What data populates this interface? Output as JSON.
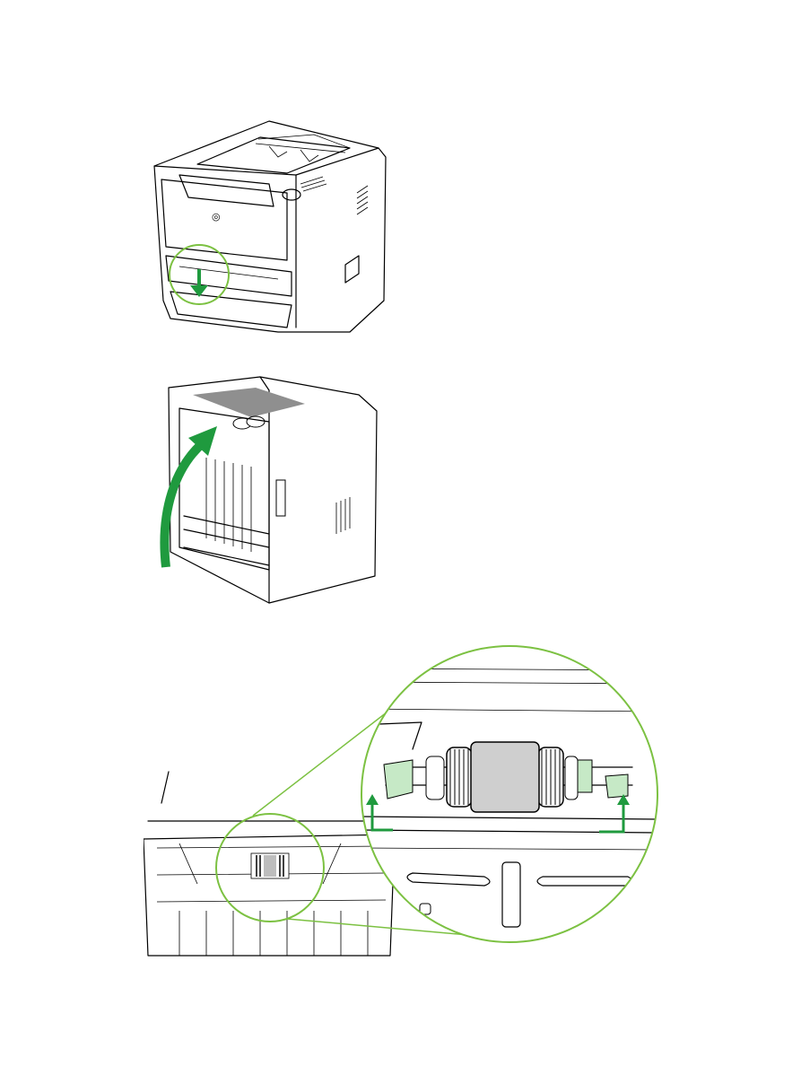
{
  "figures": [
    {
      "subject": "printer-front-view",
      "icon": "arrow-down-icon",
      "callout_color": "#7cc142",
      "arrow_color": "#1f9a3e"
    },
    {
      "subject": "printer-rear-view",
      "icon": "curved-arrow-up-icon",
      "arrow_color": "#1f9a3e"
    },
    {
      "subject": "pickup-roller-detail",
      "icon": "arrow-up-icon",
      "callout_color": "#7cc142",
      "highlight_color": "#c6e9c6",
      "roller_color": "#cfcfcf"
    }
  ],
  "logo_glyph": "◎"
}
